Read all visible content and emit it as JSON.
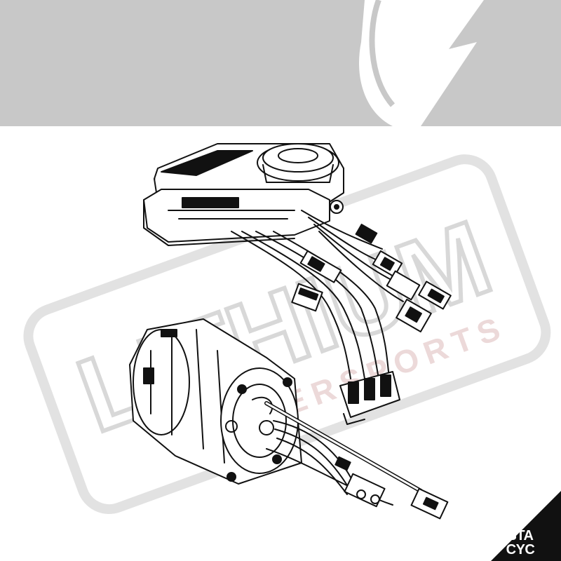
{
  "image": {
    "subject": "e-bike controller and motor with wiring harness",
    "colors": {
      "background": "#ffffff",
      "top_band": "#c8c8c8",
      "line_art": "#111111",
      "watermark": "#d0d0d0",
      "watermark_accent": "#ead6d6",
      "corner_badge": "#111111"
    }
  },
  "watermark": {
    "word": "LITHIUM",
    "subword": "POWERSPORTS"
  },
  "badge": {
    "line1": "STA",
    "line2": "CYC"
  }
}
